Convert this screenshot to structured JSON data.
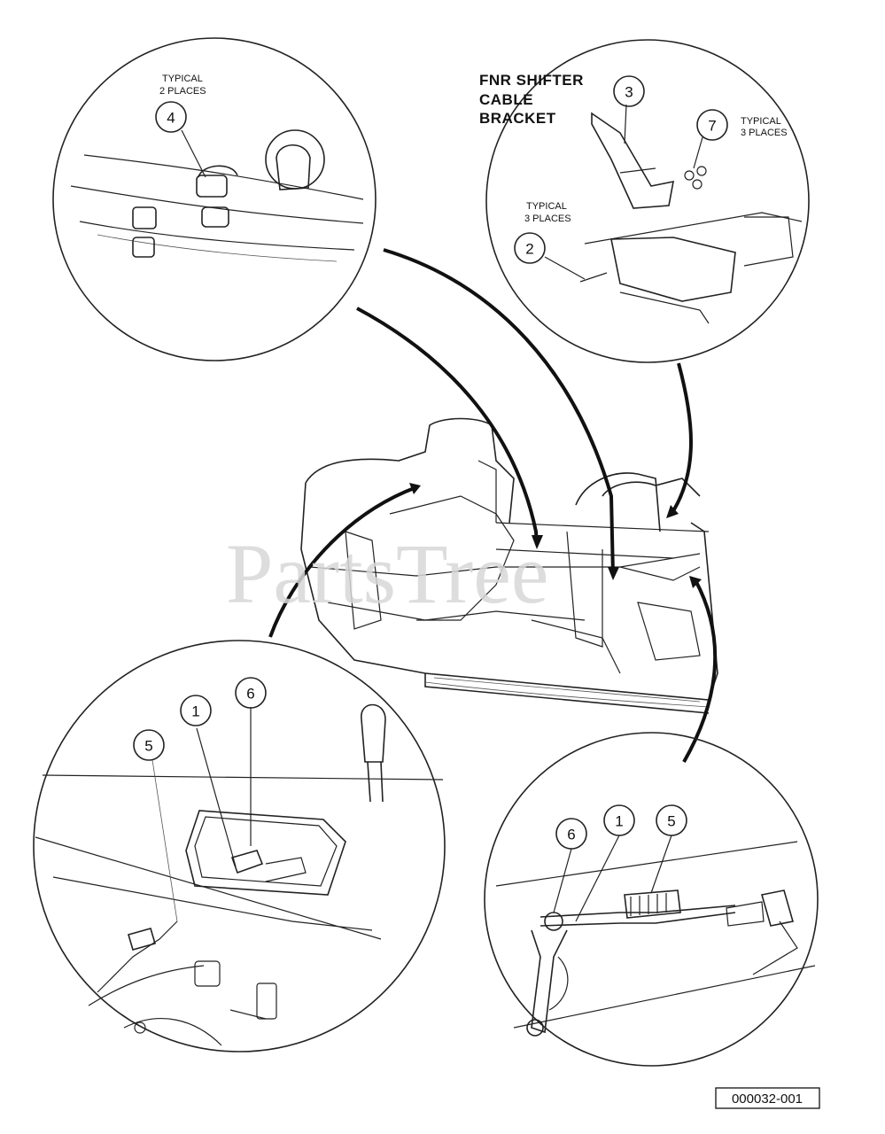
{
  "diagram": {
    "title_lines": [
      "FNR SHIFTER",
      "CABLE",
      "BRACKET"
    ],
    "notes": {
      "top_left": [
        "TYPICAL",
        "2 PLACES"
      ],
      "top_right_a": [
        "TYPICAL",
        "3 PLACES"
      ],
      "top_right_b": [
        "TYPICAL",
        "3 PLACES"
      ]
    },
    "callouts": {
      "c4": "4",
      "c3": "3",
      "c7": "7",
      "c2": "2",
      "c1_left": "1",
      "c6_left": "6",
      "c5_left": "5",
      "c6_right": "6",
      "c1_right": "1",
      "c5_right": "5"
    },
    "watermark": "PartsTree",
    "reference_id": "000032-001"
  }
}
